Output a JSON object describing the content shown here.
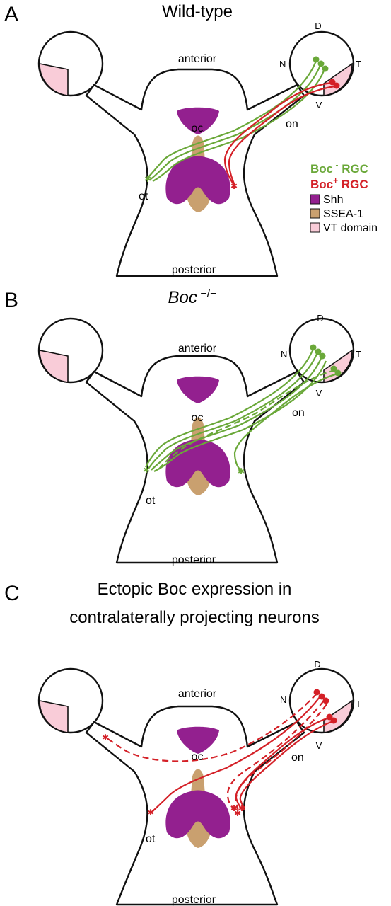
{
  "panels": [
    {
      "letter": "A",
      "title_plain": "Wild-type",
      "anterior": "anterior",
      "posterior": "posterior",
      "oc": "oc",
      "ot": "ot",
      "on": "on",
      "D": "D",
      "N": "N",
      "T": "T",
      "V": "V"
    },
    {
      "letter": "B",
      "title_italic": "Boc",
      "title_sup": " −/−",
      "anterior": "anterior",
      "posterior": "posterior",
      "oc": "oc",
      "ot": "ot",
      "on": "on",
      "D": "D",
      "N": "N",
      "T": "T",
      "V": "V"
    },
    {
      "letter": "C",
      "title_line1": "Ectopic Boc expression in",
      "title_line2": "contralaterally projecting neurons",
      "anterior": "anterior",
      "posterior": "posterior",
      "oc": "oc",
      "ot": "ot",
      "on": "on",
      "D": "D",
      "N": "N",
      "T": "T",
      "V": "V"
    }
  ],
  "legend": {
    "boc_minus_name": "Boc",
    "boc_minus_sup": " -",
    "boc_minus_rest": " RGC",
    "boc_plus_name": "Boc",
    "boc_plus_sup": "+",
    "boc_plus_rest": " RGC",
    "shh": "Shh",
    "ssea": "SSEA-1",
    "vt": "VT domain"
  },
  "colors": {
    "boc_minus": "#6aa839",
    "boc_plus": "#d42027",
    "shh": "#93208f",
    "ssea": "#c9a06f",
    "vt": "#f9ccd8"
  }
}
